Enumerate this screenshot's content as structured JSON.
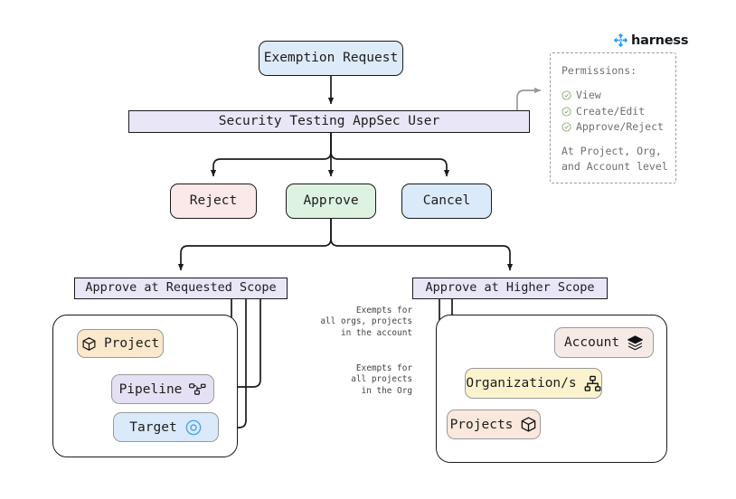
{
  "brand": {
    "name": "harness",
    "logo_icon": "harness-diamond-icon",
    "color": "#1a9cf0"
  },
  "flow": {
    "start": {
      "label": "Exemption Request",
      "color": "#ddeaf7"
    },
    "actor": {
      "label": "Security Testing AppSec User",
      "color": "#e9e6f7"
    },
    "actions": [
      {
        "label": "Reject",
        "color": "#fbe9ea"
      },
      {
        "label": "Approve",
        "color": "#ddf2e0"
      },
      {
        "label": "Cancel",
        "color": "#dbeafb"
      }
    ],
    "scopes": [
      {
        "label": "Approve at Requested Scope",
        "color": "#e9e6f7"
      },
      {
        "label": "Approve at Higher Scope",
        "color": "#e9e6f7"
      }
    ]
  },
  "requested_scope": {
    "items": [
      {
        "label": "Project",
        "icon": "cube-icon",
        "color": "#fbe8cd"
      },
      {
        "label": "Pipeline",
        "icon": "pipeline-icon",
        "color": "#e5e0f4"
      },
      {
        "label": "Target",
        "icon": "target-icon",
        "color": "#dbeafb"
      }
    ]
  },
  "higher_scope": {
    "items": [
      {
        "label": "Account",
        "icon": "layers-icon",
        "color": "#f6eae7"
      },
      {
        "label": "Organization/s",
        "icon": "hierarchy-icon",
        "color": "#fbf3cd"
      },
      {
        "label": "Projects",
        "icon": "cube-icon",
        "color": "#fbe8dd"
      }
    ],
    "edge_labels": [
      "Exempts for\nall orgs, projects\nin the account",
      "Exempts for\nall projects\nin the Org"
    ]
  },
  "permissions": {
    "title": "Permissions:",
    "items": [
      "View",
      "Create/Edit",
      "Approve/Reject"
    ],
    "footer": "At Project, Org,\nand Account level",
    "check_icon": "check-circle-icon"
  }
}
